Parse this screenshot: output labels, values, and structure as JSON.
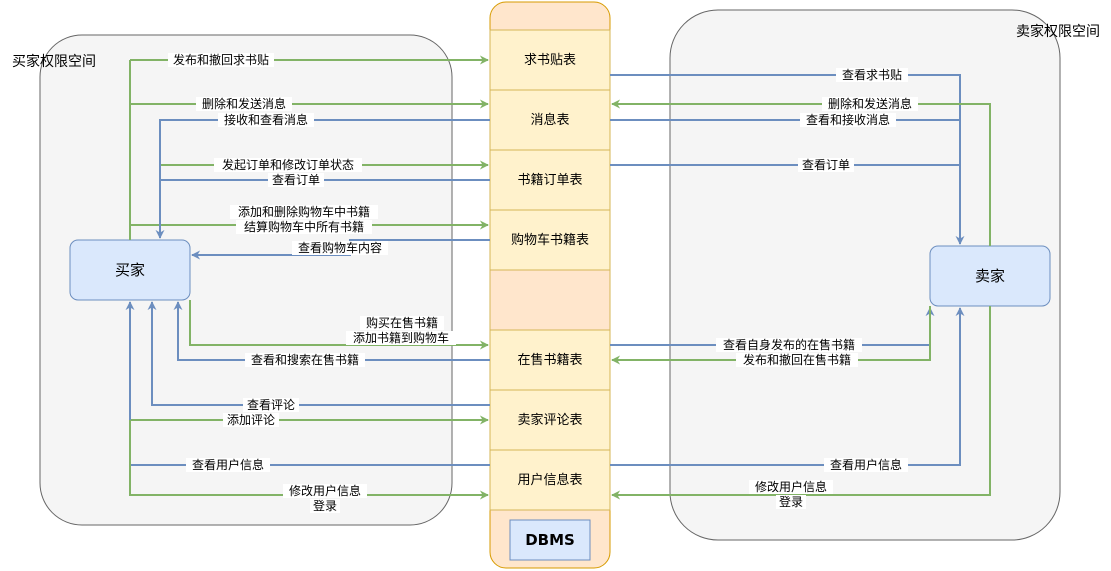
{
  "regions": {
    "buyer_space": "买家权限空间",
    "seller_space": "卖家权限空间"
  },
  "actors": {
    "buyer": "买家",
    "seller": "卖家"
  },
  "tables": {
    "t1": "求书贴表",
    "t2": "消息表",
    "t3": "书籍订单表",
    "t4": "购物车书籍表",
    "t5": "",
    "t6": "在售书籍表",
    "t7": "卖家评论表",
    "t8": "用户信息表",
    "dbms": "DBMS"
  },
  "flows": {
    "buyer_post_request": "发布和撤回求书贴",
    "buyer_delete_send_msg": "删除和发送消息",
    "buyer_receive_msg": "接收和查看消息",
    "buyer_order_modify": "发起订单和修改订单状态",
    "buyer_view_order": "查看订单",
    "buyer_cart_add_delete": "添加和删除购物车中书籍",
    "buyer_cart_checkout": "结算购物车中所有书籍",
    "buyer_cart_view": "查看购物车内容",
    "buyer_buy_book": "购买在售书籍",
    "buyer_add_to_cart": "添加书籍到购物车",
    "buyer_search_books": "查看和搜索在售书籍",
    "buyer_view_comment": "查看评论",
    "buyer_add_comment": "添加评论",
    "buyer_view_user": "查看用户信息",
    "buyer_modify_user": "修改用户信息",
    "buyer_login": "登录",
    "seller_view_request": "查看求书贴",
    "seller_delete_send_msg": "删除和发送消息",
    "seller_view_receive_msg": "查看和接收消息",
    "seller_view_order": "查看订单",
    "seller_view_own_books": "查看自身发布的在售书籍",
    "seller_post_books": "发布和撤回在售书籍",
    "seller_view_user": "查看用户信息",
    "seller_modify_user": "修改用户信息",
    "seller_login": "登录"
  },
  "colors": {
    "green": "#82b366",
    "blue": "#6c8ebf",
    "table_fill": "#fff2cc",
    "table_stroke": "#d6b656",
    "db_fill": "#ffe6cc",
    "db_stroke": "#d79b00",
    "actor_fill": "#dae8fc",
    "region_fill": "#f5f5f5"
  }
}
